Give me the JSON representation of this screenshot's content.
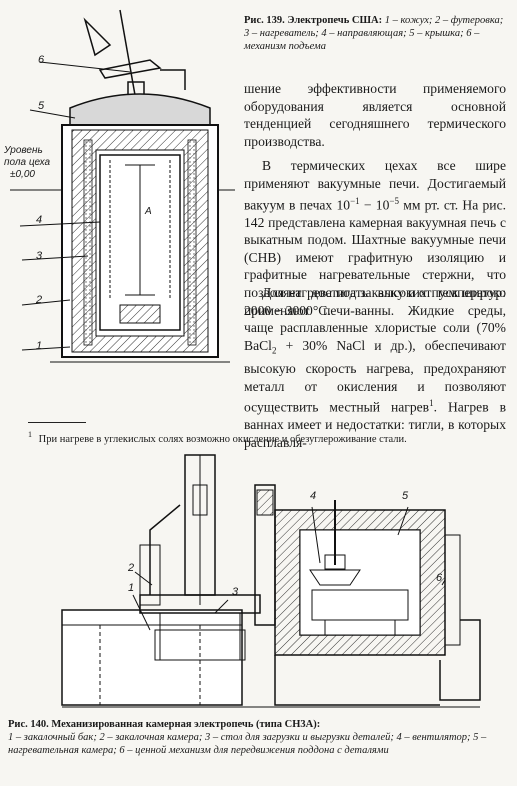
{
  "fig139": {
    "caption_title": "Рис. 139. Электропечь США:",
    "caption_body": "1 – кожух; 2 – футеровка; 3 – нагреватель; 4 – направляющая; 5 – крышка; 6 – механизм подъема",
    "labels": [
      "6",
      "5",
      "4",
      "3",
      "2",
      "1"
    ],
    "floor_label": [
      "Уровень",
      "пола цеха",
      "±0,00"
    ],
    "dimension_label": "А"
  },
  "text": {
    "p1": "шение эффективности применяемого оборудования является основной тенденцией сегодняшнего термического производства.",
    "p2_a": "В термических цехах все шире применяют вакуумные печи. Достигаемый вакуум в печах 10",
    "p2_exp1": "−1",
    "p2_dash": " − 10",
    "p2_exp2": "−5",
    "p2_b": " мм рт. ст. На рис. 142 представлена камерная вакуумная печь с выкатным подом. Шахтные вакуумные печи (СНВ) имеют графитную изоляцию и графитные нагревательные стержни, что позволяет достигать высоких температур: 2000 − 3000°С.",
    "p3_a": "Для нагрева под закалку и отпуск широко применяют печи-ванны. Жидкие среды, чаще расплавленные хлористые соли (70% BaCl",
    "p3_sub": "2",
    "p3_b": " + 30% NaCl и др.), обеспечивают высокую скорость нагрева, предохраняют металл от окисления и позволяют осуществить местный нагрев",
    "p3_fnmark": "1",
    "p3_c": ". Нагрев в ваннах имеет и недостатки: тигли, в которых расплавля-"
  },
  "footnote": {
    "mark": "1",
    "text": "При нагреве в углекислых солях возможно окисление и обезуглероживание стали."
  },
  "fig140": {
    "caption_title": "Рис. 140. Механизированная камерная электропечь (типа СН3А):",
    "caption_body": "1 – закалочный бак; 2 – закалочная камера; 3 – стол для загрузки и выгрузки деталей; 4 – вентилятор; 5 – нагревательная камера; 6 – ценной механизм для передвижения поддона с деталями",
    "labels": [
      "1",
      "2",
      "3",
      "4",
      "5",
      "6"
    ]
  }
}
